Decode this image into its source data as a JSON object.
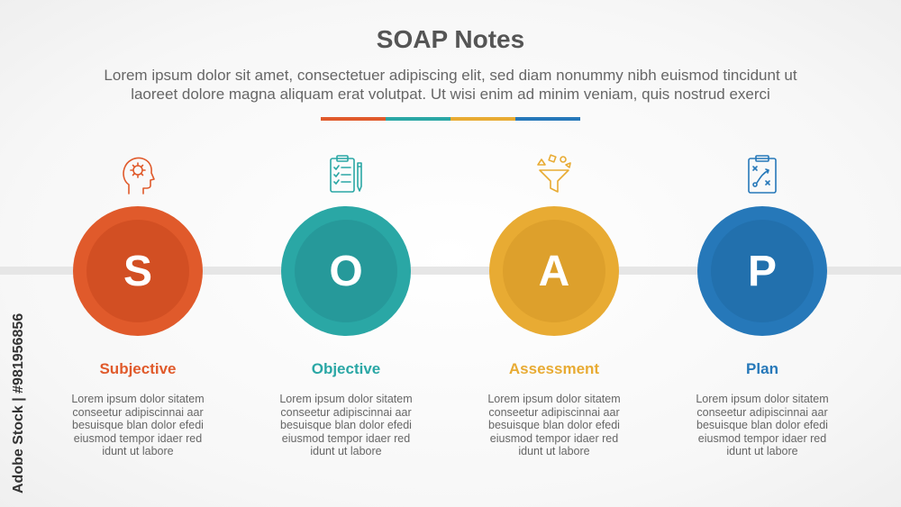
{
  "title": "SOAP Notes",
  "subtitle_lines": [
    "Lorem ipsum dolor sit amet, consectetuer adipiscing elit, sed diam nonummy nibh euismod tincidunt ut",
    "laoreet dolore magna aliquam erat volutpat. Ut wisi enim ad minim veniam, quis nostrud exerci"
  ],
  "colors": {
    "red": "#e05a2b",
    "teal": "#2aa7a5",
    "yellow": "#e8ab33",
    "blue": "#2678b9",
    "timeline": "#e6e6e6",
    "text": "#666666"
  },
  "steps": [
    {
      "letter": "S",
      "label": "Subjective",
      "icon": "head-gear-icon",
      "color": "#e05a2b",
      "inner_color": "#d24f23",
      "desc_lines": [
        "Lorem ipsum dolor sitatem",
        "conseetur adipiscinnai aar",
        "besuisque blan dolor efedi",
        "eiusmod tempor idaer red",
        "idunt ut labore"
      ]
    },
    {
      "letter": "O",
      "label": "Objective",
      "icon": "clipboard-checklist-icon",
      "color": "#2aa7a5",
      "inner_color": "#26999a",
      "desc_lines": [
        "Lorem ipsum dolor sitatem",
        "conseetur adipiscinnai aar",
        "besuisque blan dolor efedi",
        "eiusmod tempor idaer red",
        "idunt ut labore"
      ]
    },
    {
      "letter": "A",
      "label": "Assessment",
      "icon": "funnel-shapes-icon",
      "color": "#e8ab33",
      "inner_color": "#dda02c",
      "desc_lines": [
        "Lorem ipsum dolor sitatem",
        "conseetur adipiscinnai aar",
        "besuisque blan dolor efedi",
        "eiusmod tempor idaer red",
        "idunt ut labore"
      ]
    },
    {
      "letter": "P",
      "label": "Plan",
      "icon": "clipboard-strategy-icon",
      "color": "#2678b9",
      "inner_color": "#2270ad",
      "desc_lines": [
        "Lorem ipsum dolor sitatem",
        "conseetur adipiscinnai aar",
        "besuisque blan dolor efedi",
        "eiusmod tempor idaer red",
        "idunt ut labore"
      ]
    }
  ],
  "watermark": "Adobe Stock | #981956856"
}
